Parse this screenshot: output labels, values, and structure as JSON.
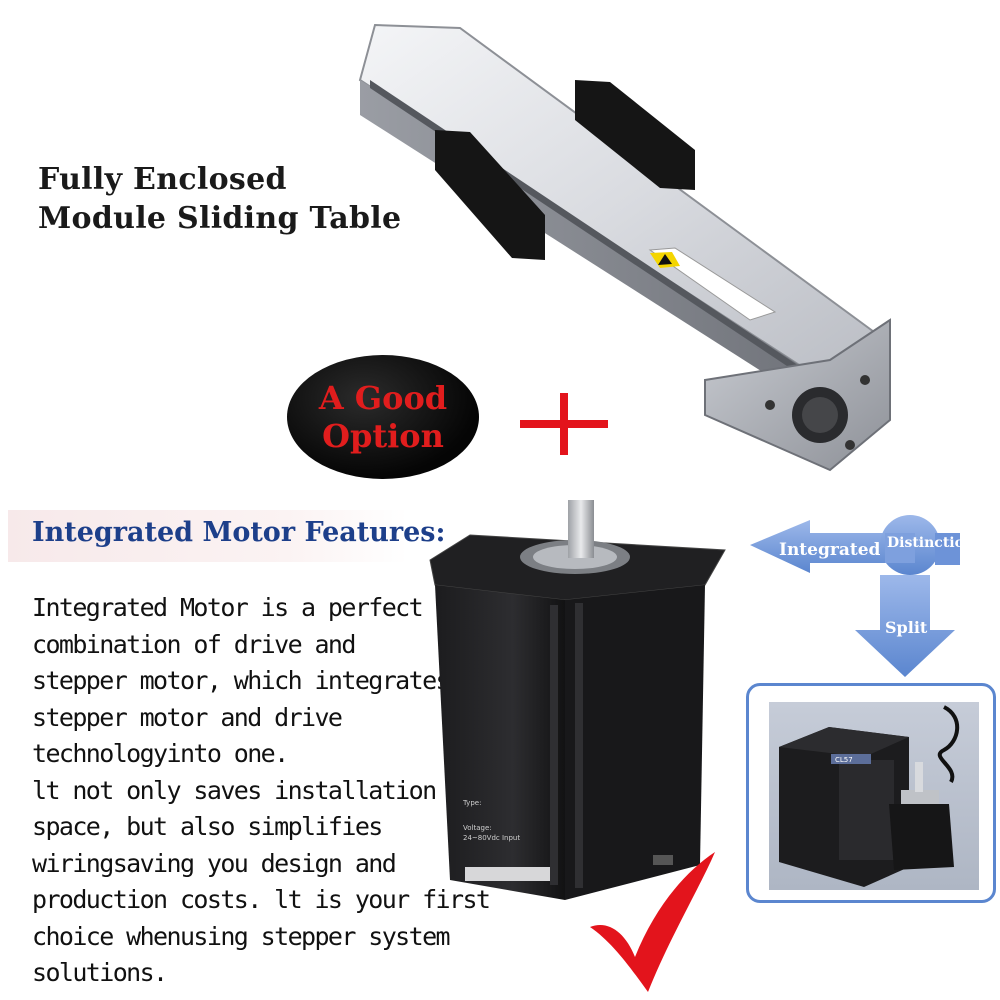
{
  "title": {
    "line1": "Fully Enclosed",
    "line2": "Module Sliding Table"
  },
  "badge": {
    "line1": "A Good",
    "line2": "Option"
  },
  "plus_icon": "plus-icon",
  "features": {
    "heading": "Integrated Motor Features:",
    "lines": [
      "Integrated Motor is a perfect",
      "combination of drive and",
      "stepper motor, which integrates",
      "stepper motor and drive",
      "technologyinto one.",
      "lt not only saves installation",
      "space, but also simplifies",
      "wiringsaving you design and",
      "production costs. lt is your first",
      "choice whenusing stepper system",
      "solutions."
    ]
  },
  "motor_labels": {
    "type": "Type:",
    "voltage": "Voltage:",
    "input": "24~80Vdc Input"
  },
  "distinction": {
    "integrated": "Integrated",
    "distinction": "Distinction",
    "split": "Split"
  },
  "driver": {
    "model": "CL57"
  },
  "colors": {
    "heading_blue": "#1d3f8a",
    "badge_red": "#e11d1d",
    "arrow_blue": "#5b86cf",
    "check_red": "#e3141c"
  }
}
